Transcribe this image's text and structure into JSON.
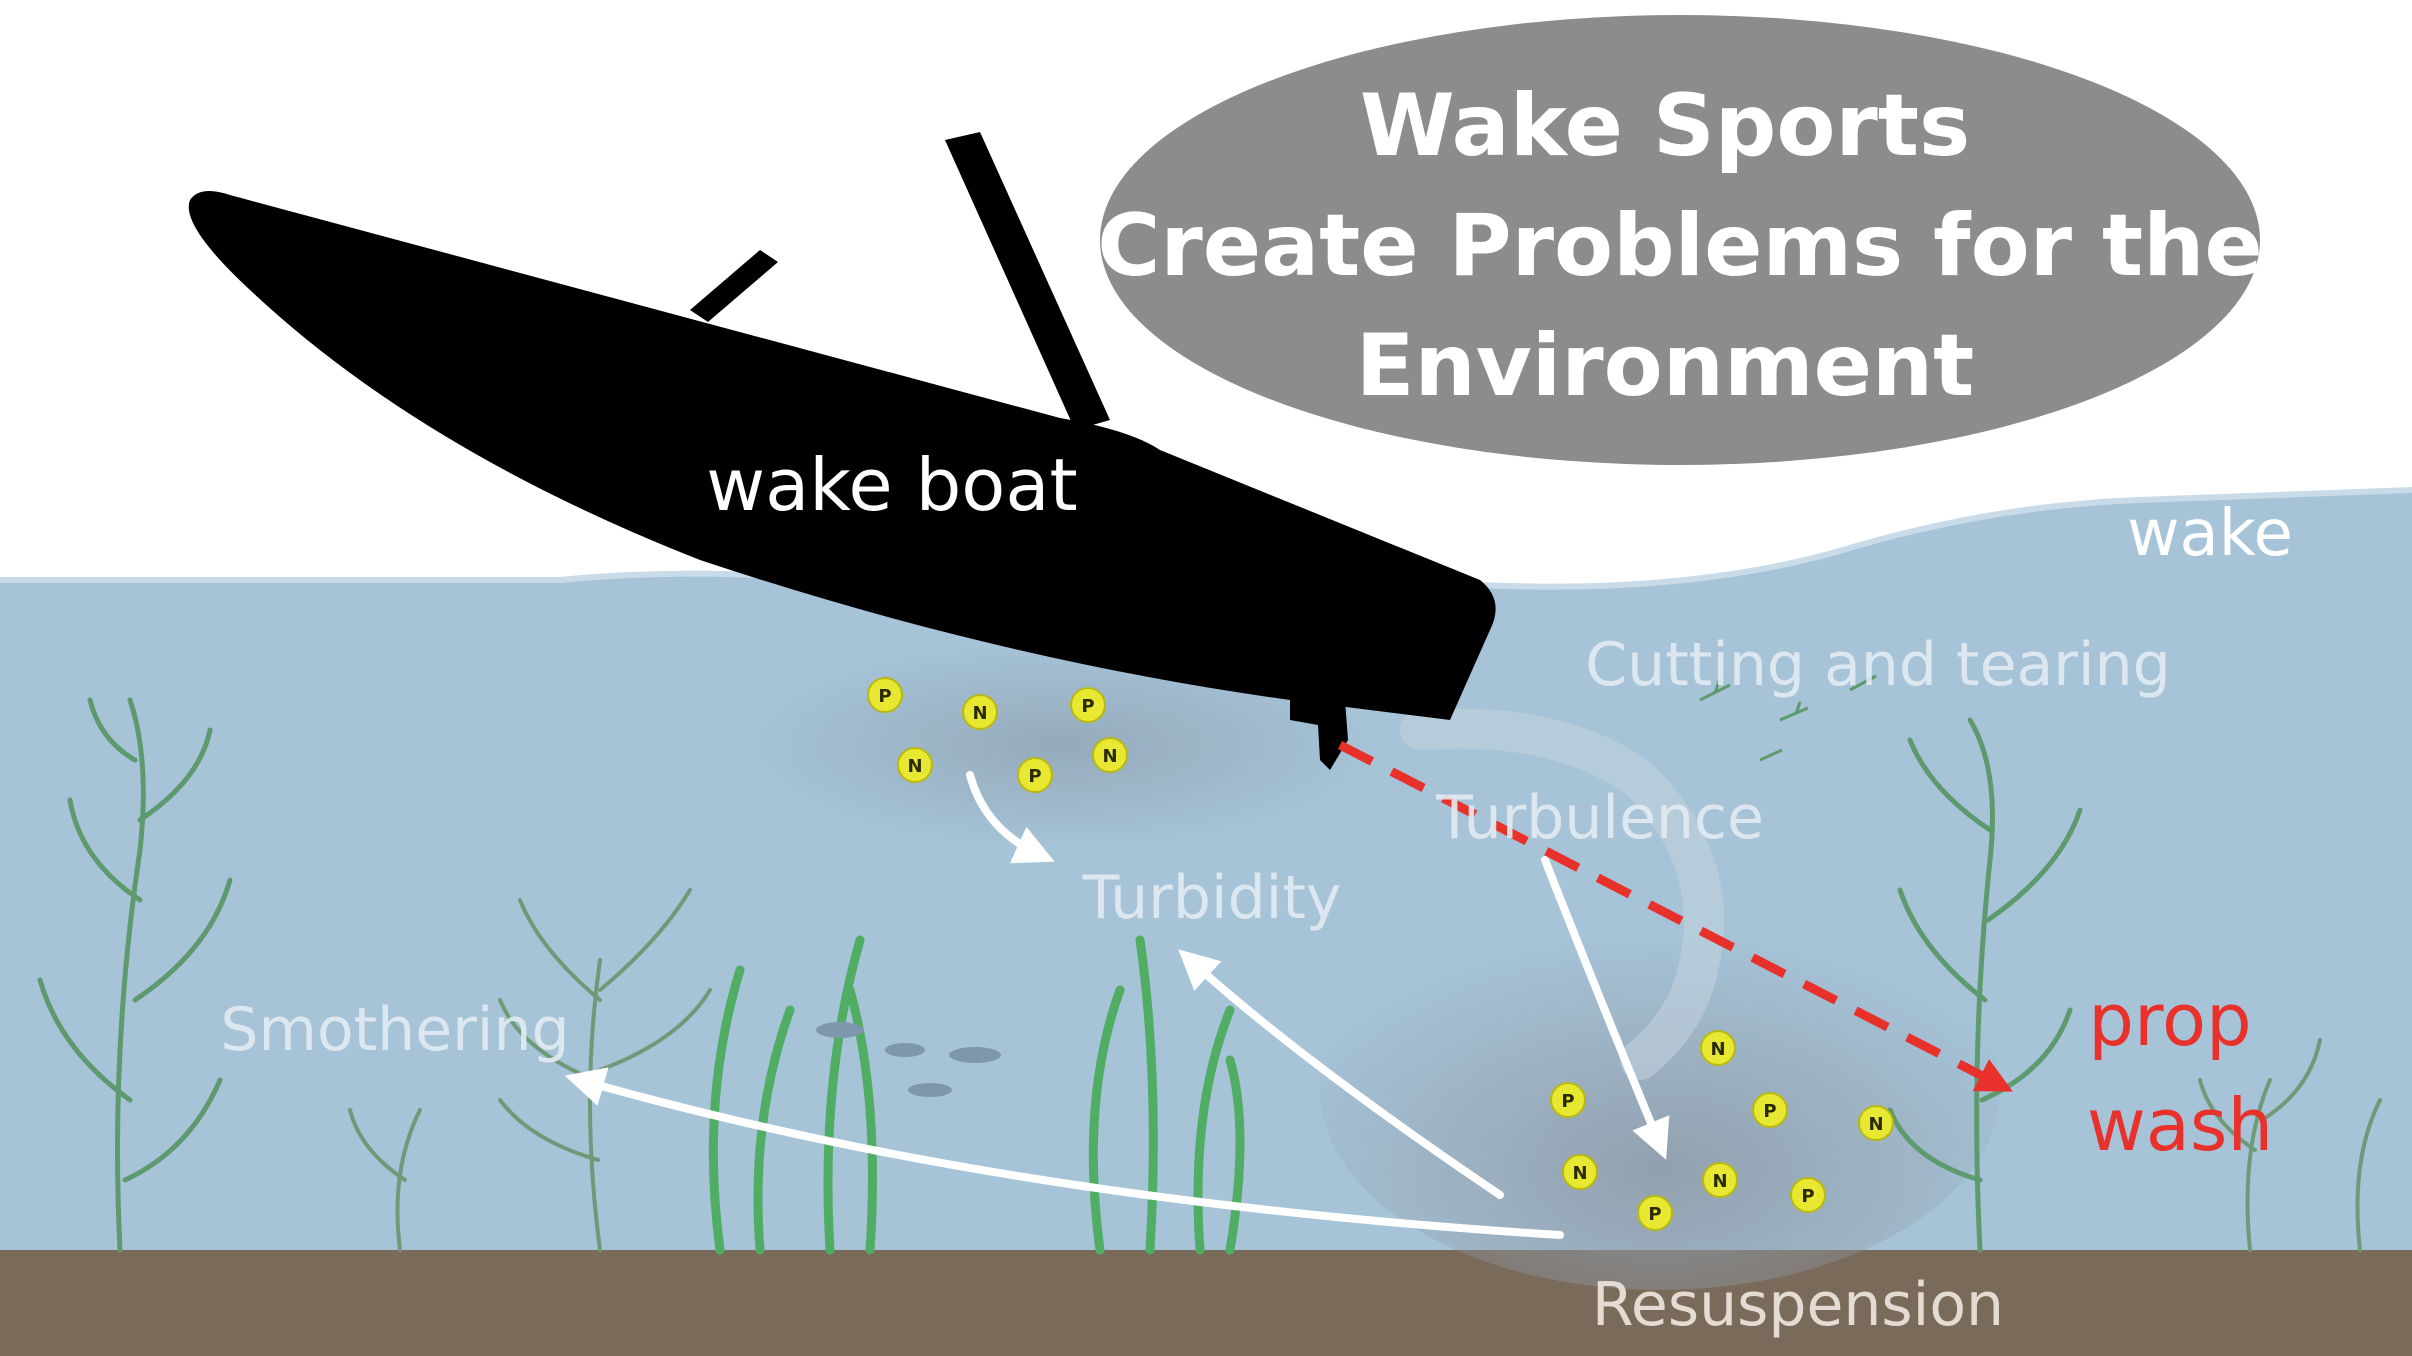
{
  "title": {
    "lines": [
      "Wake Sports",
      "Create Problems for the",
      "Environment"
    ]
  },
  "labels": {
    "wake_boat": "wake boat",
    "wake": "wake",
    "cutting_and_tearing": "Cutting and tearing",
    "turbulence": "Turbulence",
    "turbidity": "Turbidity",
    "smothering": "Smothering",
    "resuspension": "Resuspension",
    "prop_wash_line1": "prop",
    "prop_wash_line2": "wash"
  },
  "nutrients": {
    "upper_cluster": [
      "P",
      "N",
      "P",
      "N",
      "P",
      "N"
    ],
    "lower_cluster": [
      "N",
      "P",
      "P",
      "N",
      "N",
      "N",
      "P",
      "P"
    ]
  },
  "colors": {
    "water": "#a6c3d8",
    "sediment": "#7a6a5a",
    "boat": "#000000",
    "title_ellipse": "#8c8c8c",
    "prop_wash": "#e8312a",
    "nutrient": "#e8e832",
    "plant_green": "#5aa86a"
  }
}
